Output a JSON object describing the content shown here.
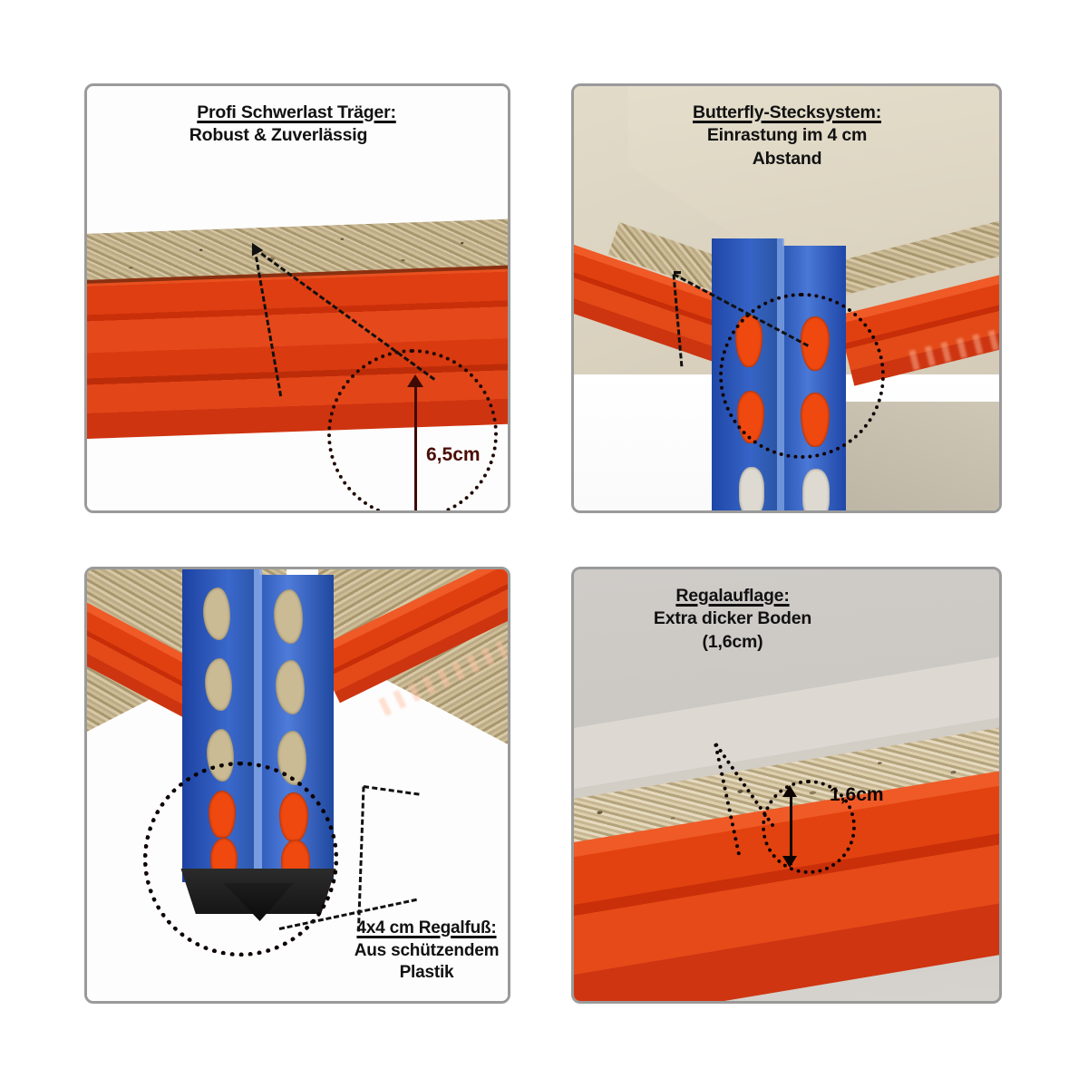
{
  "meta": {
    "layout": "2x2 product feature collage",
    "background_color": "#ffffff",
    "panel_border_color": "#9a9a9a"
  },
  "colors": {
    "beam_orange": "#d9390f",
    "post_blue": "#2b57b4",
    "chipboard": "#cdbd97",
    "annotation_black": "#111111",
    "dimension_red": "#4a0d05"
  },
  "panels": [
    {
      "id": "profi-schwerlast-traeger",
      "position": "top-left",
      "caption": {
        "line1": "Profi Schwerlast Träger:",
        "line2": "Robust & Zuverlässig"
      },
      "dimension_label": "6,5cm",
      "background": "#ffffff",
      "subject": "orange-heavy-duty-beam-with-chipboard-shelf"
    },
    {
      "id": "butterfly-stecksystem",
      "position": "top-right",
      "caption": {
        "line1": "Butterfly-Stecksystem:",
        "line2": "Einrastung im 4 cm",
        "line3": "Abstand"
      },
      "background": "#ddd6c4",
      "subject": "blue-corner-post-with-butterfly-slots"
    },
    {
      "id": "regalfuss",
      "position": "bottom-left",
      "caption": {
        "line1": "4x4 cm Regalfuß:",
        "line2": "Aus schützendem",
        "line3": "Plastik"
      },
      "background": "#ffffff",
      "subject": "blue-post-with-black-plastic-foot"
    },
    {
      "id": "regalauflage",
      "position": "bottom-right",
      "caption": {
        "line1": "Regalauflage:",
        "line2": "Extra dicker Boden",
        "line3": "(1,6cm)"
      },
      "dimension_label": "1,6cm",
      "background": "#c9c6c2",
      "subject": "thick-chipboard-shelf-edge-on-orange-beam"
    }
  ]
}
